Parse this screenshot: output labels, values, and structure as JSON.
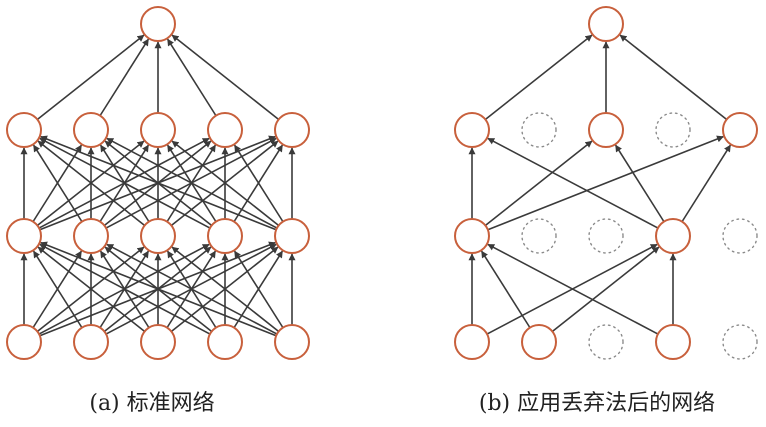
{
  "captions": {
    "standard": "(a) 标准网络",
    "dropout": "(b) 应用丢弃法后的网络"
  },
  "colors": {
    "node_stroke": "#c8603c",
    "dropped_stroke": "#8a8a8a",
    "edge": "#3a3a3a"
  },
  "networks": [
    {
      "id": "standard",
      "layers": [
        {
          "name": "input",
          "kept": [
            true,
            true,
            true,
            true,
            true
          ]
        },
        {
          "name": "hidden-1",
          "kept": [
            true,
            true,
            true,
            true,
            true
          ]
        },
        {
          "name": "hidden-2",
          "kept": [
            true,
            true,
            true,
            true,
            true
          ]
        },
        {
          "name": "output",
          "kept": [
            true
          ]
        }
      ]
    },
    {
      "id": "dropout",
      "layers": [
        {
          "name": "input",
          "kept": [
            true,
            true,
            false,
            true,
            false
          ]
        },
        {
          "name": "hidden-1",
          "kept": [
            true,
            false,
            false,
            true,
            false
          ]
        },
        {
          "name": "hidden-2",
          "kept": [
            true,
            false,
            true,
            false,
            true
          ]
        },
        {
          "name": "output",
          "kept": [
            true
          ]
        }
      ]
    }
  ]
}
